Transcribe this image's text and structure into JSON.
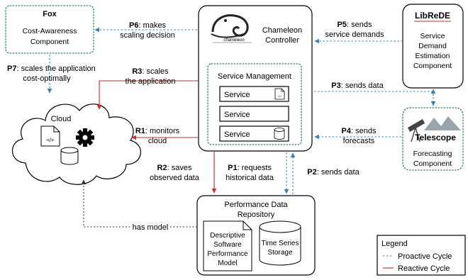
{
  "fox": {
    "title": "Fox",
    "line1": "Cost-Awareness",
    "line2": "Component"
  },
  "controller": {
    "line1": "Chameleon",
    "line2": "Controller",
    "logo_caption": "chameleon"
  },
  "libre": {
    "logo": "LibReDE",
    "line1": "Service",
    "line2": "Demand",
    "line3": "Estimation",
    "line4": "Component"
  },
  "service_mgmt": {
    "title": "Service Management",
    "services": [
      "Service",
      "Service",
      "Service"
    ]
  },
  "telescope": {
    "logo": "Telescope",
    "line1": "Forecasting",
    "line2": "Component"
  },
  "cloud": {
    "label": "Cloud"
  },
  "repo": {
    "line1": "Performance Data",
    "line2": "Repository",
    "model": [
      "Descriptive",
      "Software",
      "Performance",
      "Model"
    ],
    "storage": [
      "Time Series",
      "Storage"
    ]
  },
  "arrows": {
    "p1": {
      "id": "P1",
      "text": ": requests",
      "line2": "historical data"
    },
    "p2": {
      "id": "P2",
      "text": ": sends data"
    },
    "p3": {
      "id": "P3",
      "text": ": sends data"
    },
    "p4": {
      "id": "P4",
      "text": ": sends",
      "line2": "forecasts"
    },
    "p5": {
      "id": "P5",
      "text": ": sends",
      "line2": "service demands"
    },
    "p6": {
      "id": "P6",
      "text": ": makes",
      "line2": "scaling decision"
    },
    "p7": {
      "id": "P7",
      "text": ": scales the application",
      "line2": "cost-optimally"
    },
    "r1": {
      "id": "R1",
      "text": ": monitors",
      "line2": "cloud"
    },
    "r2": {
      "id": "R2",
      "text": ": saves",
      "line2": "observed data"
    },
    "r3": {
      "id": "R3",
      "text": ": scales",
      "line2": "the application"
    },
    "has_model": "has model"
  },
  "legend": {
    "title": "Legend",
    "proactive": "Proactive Cycle",
    "reactive": "Reactive Cycle"
  },
  "colors": {
    "proactive": "#2e86c1",
    "reactive": "#d62728",
    "component_border": "#2e8b57"
  },
  "icons": [
    "chameleon-icon",
    "code-file-icon",
    "gear-icon",
    "database-icon",
    "telescope-icon",
    "mountains-icon"
  ]
}
